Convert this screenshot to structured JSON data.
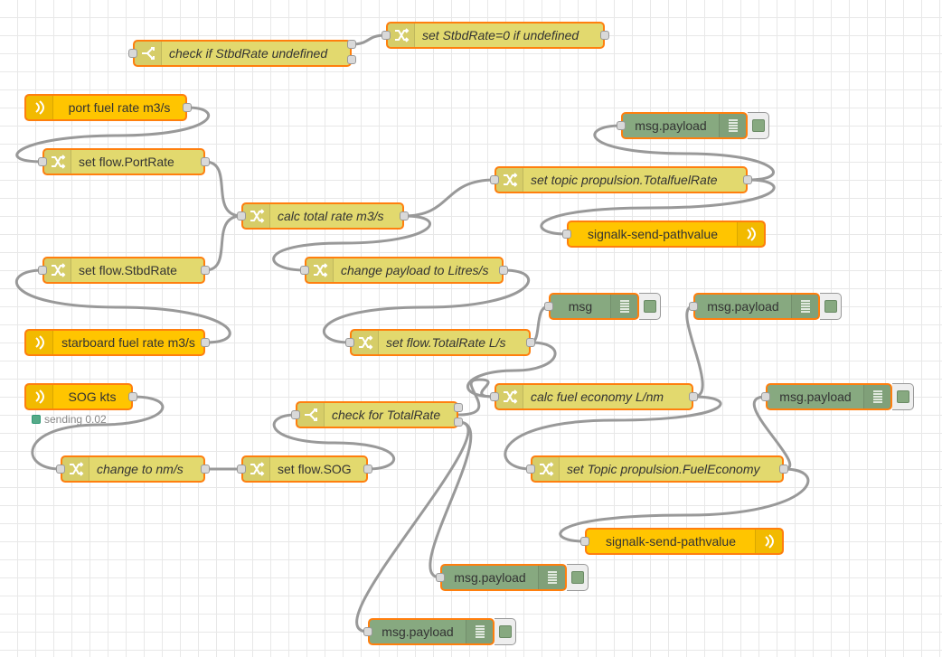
{
  "nodes": {
    "check_stbd": "check if StbdRate undefined",
    "set_stbd0": "set StbdRate=0 if undefined",
    "port_fuel": "port fuel rate m3/s",
    "set_portrate": "set flow.PortRate",
    "calc_total": "calc total rate m3/s",
    "set_topic_total": "set topic propulsion.TotalfuelRate",
    "debug_top": "msg.payload",
    "sk_send_1": "signalk-send-pathvalue",
    "set_stbdrate": "set flow.StbdRate",
    "change_litres": "change payload to Litres/s",
    "starboard_fuel": "starboard fuel rate m3/s",
    "set_totalrate": "set flow.TotalRate L/s",
    "debug_msg": "msg",
    "debug_payload_2": "msg.payload",
    "sog": "SOG kts",
    "sog_status": "sending 0.02",
    "calc_economy": "calc fuel economy L/nm",
    "debug_payload_3": "msg.payload",
    "check_total": "check for TotalRate",
    "change_nm": "change to nm/s",
    "set_sog": "set flow.SOG",
    "set_topic_economy": "set Topic propulsion.FuelEconomy",
    "sk_send_2": "signalk-send-pathvalue",
    "debug_payload_4": "msg.payload",
    "debug_payload_5": "msg.payload"
  },
  "colors": {
    "change": "#e2d96e",
    "signalk": "#ffc500",
    "debug": "#87a980",
    "selected_border": "#ff7f0e",
    "wire": "#999999"
  }
}
